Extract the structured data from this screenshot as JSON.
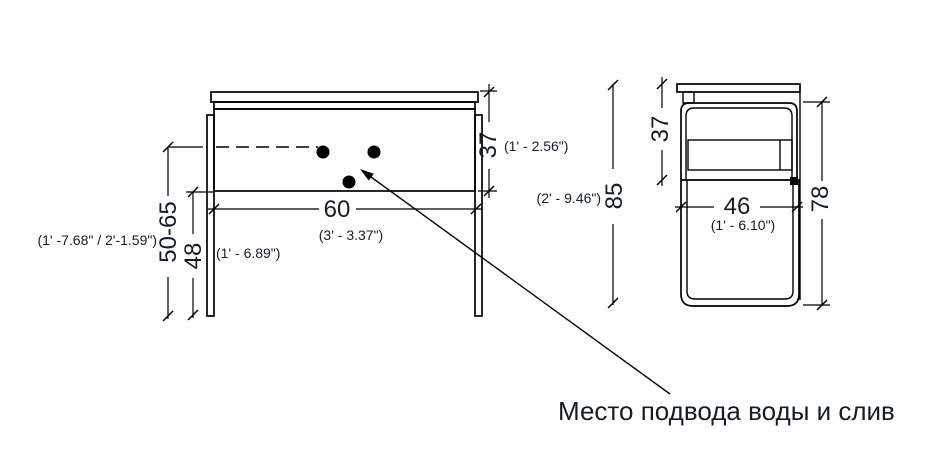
{
  "colors": {
    "ink": "#000000",
    "text": "#161c26",
    "background": "#ffffff"
  },
  "leader": {
    "label": "Место подвода воды и слив"
  },
  "front_view": {
    "dims": {
      "supply_height": {
        "value": "50-65",
        "imperial": "(1' -7.68\" / 2'-1.59\")"
      },
      "clearance_height": {
        "value": "48",
        "imperial": "(1' - 6.89\")"
      },
      "width": {
        "value": "60",
        "imperial": "(3' - 3.37\")"
      },
      "apron_height": {
        "value": "37",
        "imperial": "(1' - 2.56\")"
      },
      "total_height": {
        "value": "85",
        "imperial": "(2' - 9.46\")"
      }
    }
  },
  "side_view": {
    "dims": {
      "top_section_height": {
        "value": "37"
      },
      "depth": {
        "value": "46",
        "imperial": "(1' - 6.10\")"
      },
      "frame_height": {
        "value": "78"
      }
    }
  }
}
